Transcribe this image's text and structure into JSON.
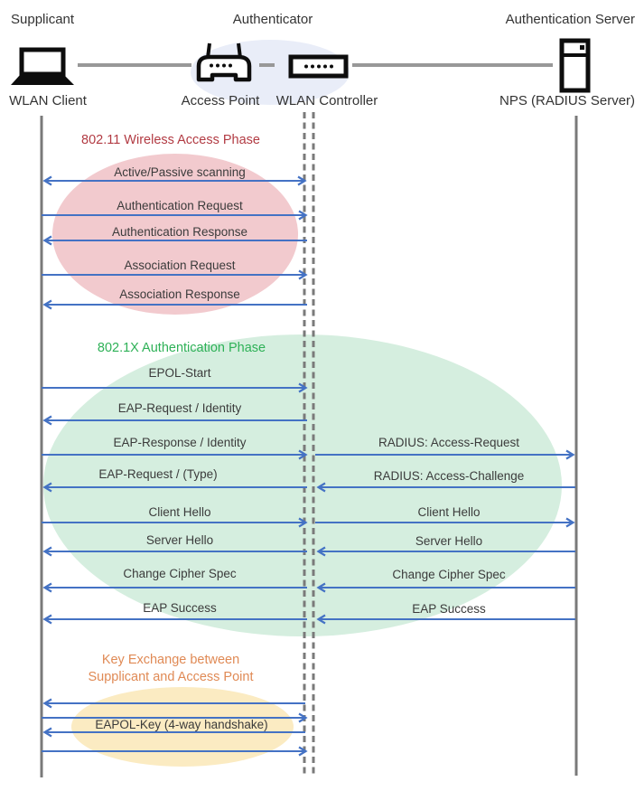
{
  "actors": {
    "supplicant": {
      "role": "Supplicant",
      "device": "WLAN Client"
    },
    "authenticator": {
      "role": "Authenticator",
      "access_point": "Access Point",
      "wlan_controller": "WLAN Controller"
    },
    "authentication_server": {
      "role": "Authentication Server",
      "device": "NPS (RADIUS Server)"
    }
  },
  "icons": {
    "supplicant": "laptop-icon",
    "access_point": "wireless-router-icon",
    "wlan_controller": "controller-box-icon",
    "authentication_server": "server-icon"
  },
  "phase1": {
    "title": "802.11 Wireless Access Phase",
    "title_color": "#B23B43",
    "messages": [
      {
        "label": "Active/Passive scanning",
        "direction": "both"
      },
      {
        "label": "Authentication Request",
        "direction": "right"
      },
      {
        "label": "Authentication Response",
        "direction": "left"
      },
      {
        "label": "Association Request",
        "direction": "right"
      },
      {
        "label": "Association Response",
        "direction": "left"
      }
    ]
  },
  "phase2": {
    "title": "802.1X Authentication Phase",
    "title_color": "#2EB157",
    "client_messages": [
      {
        "label": "EPOL-Start",
        "direction": "right"
      },
      {
        "label": "EAP-Request / Identity",
        "direction": "left"
      },
      {
        "label": "EAP-Response / Identity",
        "direction": "right"
      },
      {
        "label": "EAP-Request / (Type)",
        "direction": "left"
      },
      {
        "label": "Client Hello",
        "direction": "right"
      },
      {
        "label": "Server Hello",
        "direction": "left"
      },
      {
        "label": "Change Cipher Spec",
        "direction": "left"
      },
      {
        "label": "EAP Success",
        "direction": "left"
      }
    ],
    "server_messages": [
      {
        "label": "RADIUS: Access-Request",
        "direction": "right"
      },
      {
        "label": "RADIUS: Access-Challenge",
        "direction": "left"
      },
      {
        "label": "Client Hello",
        "direction": "right"
      },
      {
        "label": "Server Hello",
        "direction": "left"
      },
      {
        "label": "Change Cipher Spec",
        "direction": "left"
      },
      {
        "label": "EAP Success",
        "direction": "left"
      }
    ]
  },
  "phase3": {
    "title_line1": "Key Exchange between",
    "title_line2": "Supplicant and Access Point",
    "title_color": "#E08A55",
    "label": "EAPOL-Key (4-way handshake)",
    "arrows": [
      "left",
      "right",
      "left",
      "right"
    ]
  },
  "colors": {
    "arrow_blue": "#4472C4",
    "lifeline_gray": "#7A7A7A",
    "connector_gray": "#989898",
    "phase1_ellipse": "#F2CACE",
    "phase2_ellipse": "#D5EEDF",
    "phase3_ellipse": "#FBEBC2",
    "authenticator_ellipse": "#E9EDF8",
    "phase1_title": "#B23B43",
    "phase2_title": "#2EB157",
    "phase3_title": "#E08A55"
  }
}
